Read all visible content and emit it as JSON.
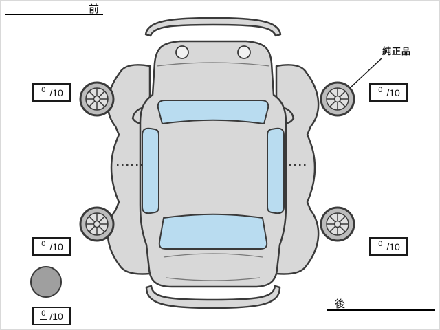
{
  "diagram": {
    "front_label": "前",
    "rear_label": "後",
    "genuine_part_label": "純正品"
  },
  "tread_scores": {
    "front_left": {
      "value": "0",
      "denom": "/10"
    },
    "front_right": {
      "value": "0",
      "denom": "/10"
    },
    "rear_left": {
      "value": "0",
      "denom": "/10"
    },
    "rear_right": {
      "value": "0",
      "denom": "/10"
    },
    "spare": {
      "value": "0",
      "denom": "/10"
    }
  },
  "colors": {
    "body_fill": "#d8d8d8",
    "glass_fill": "#b9dcf0",
    "outline": "#3a3a3a",
    "wheel_fill": "#bcbcbc",
    "hub_fill": "#e0e0e0",
    "spare_fill": "#9f9f9f"
  }
}
